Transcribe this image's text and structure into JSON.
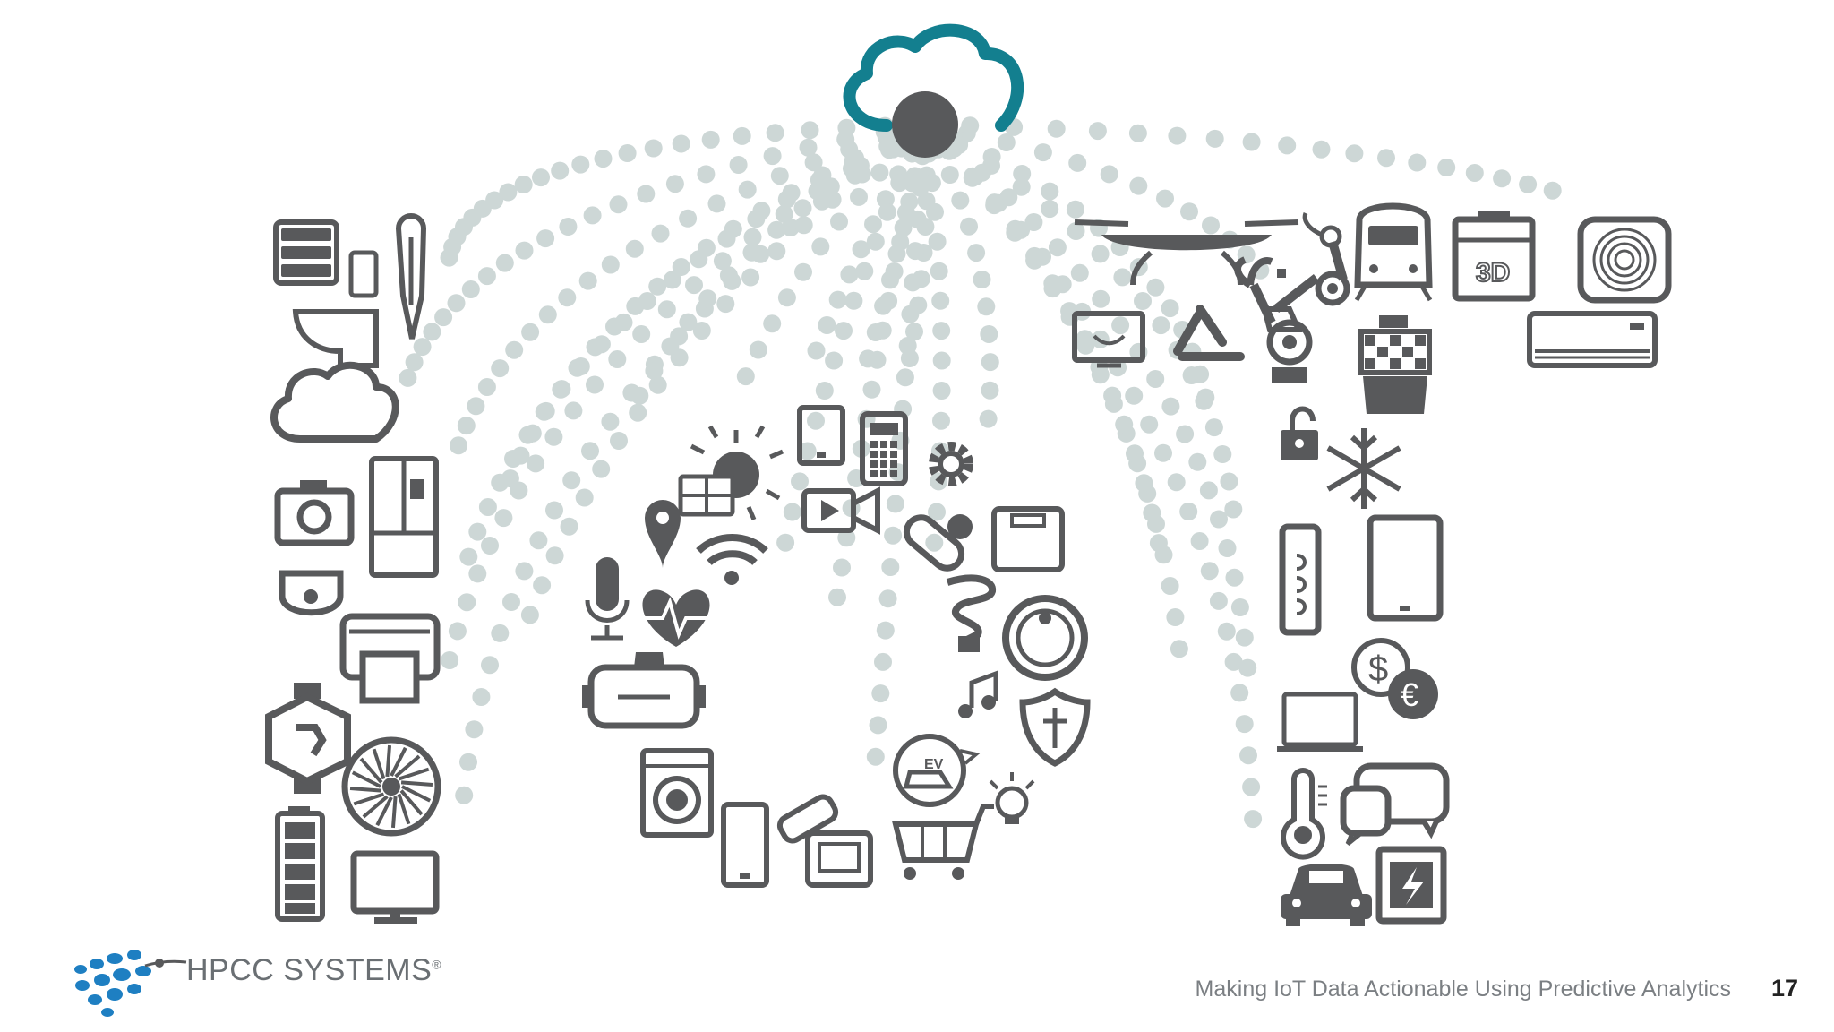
{
  "footer": {
    "title": "Making IoT Data Actionable Using Predictive Analytics",
    "page_number": "17"
  },
  "logo": {
    "text": "HPCC SYSTEMS",
    "registered_mark": "®",
    "dot_color": "#1e7fc2"
  },
  "colors": {
    "icon": "#58595b",
    "cloud_outline": "#137f8f",
    "dots": "#cdd7d6",
    "hub": "#58595b"
  },
  "icons": {
    "left_column": [
      "server-rack-icon",
      "smart-toilet-icon",
      "thermometer-stick-icon",
      "cloud-icon",
      "camera-icon",
      "refrigerator-icon",
      "security-camera-icon",
      "printer-icon",
      "smartwatch-icon",
      "fan-icon",
      "battery-icon",
      "monitor-icon"
    ],
    "center_cluster": [
      "solar-panel-icon",
      "tablet-icon",
      "card-terminal-icon",
      "gear-icon",
      "video-icon",
      "location-pin-icon",
      "wifi-icon",
      "pill-icon",
      "scale-icon",
      "microphone-icon",
      "heart-rate-icon",
      "light-bulb-icon",
      "robot-vacuum-icon",
      "vr-headset-icon",
      "music-note-icon",
      "shield-icon",
      "washing-machine-icon",
      "ev-car-icon",
      "idea-bulb-icon",
      "phone-icon",
      "bandage-icon",
      "tablet-small-icon",
      "shopping-cart-icon"
    ],
    "right_column": [
      "drone-icon",
      "train-icon",
      "3d-printer-icon",
      "fingerprint-icon",
      "tv-icon",
      "recycle-icon",
      "robot-arm-icon",
      "air-conditioner-icon",
      "ship-icon",
      "padlock-icon",
      "snowflake-icon",
      "phone-remote-icon",
      "tablet-large-icon",
      "currency-icon",
      "laptop-icon",
      "temperature-icon",
      "chat-icon",
      "car-icon",
      "power-panel-icon"
    ]
  },
  "labels": {
    "printer_3d": "3D",
    "ev": "EV",
    "currency_dollar": "$",
    "currency_euro": "€"
  }
}
